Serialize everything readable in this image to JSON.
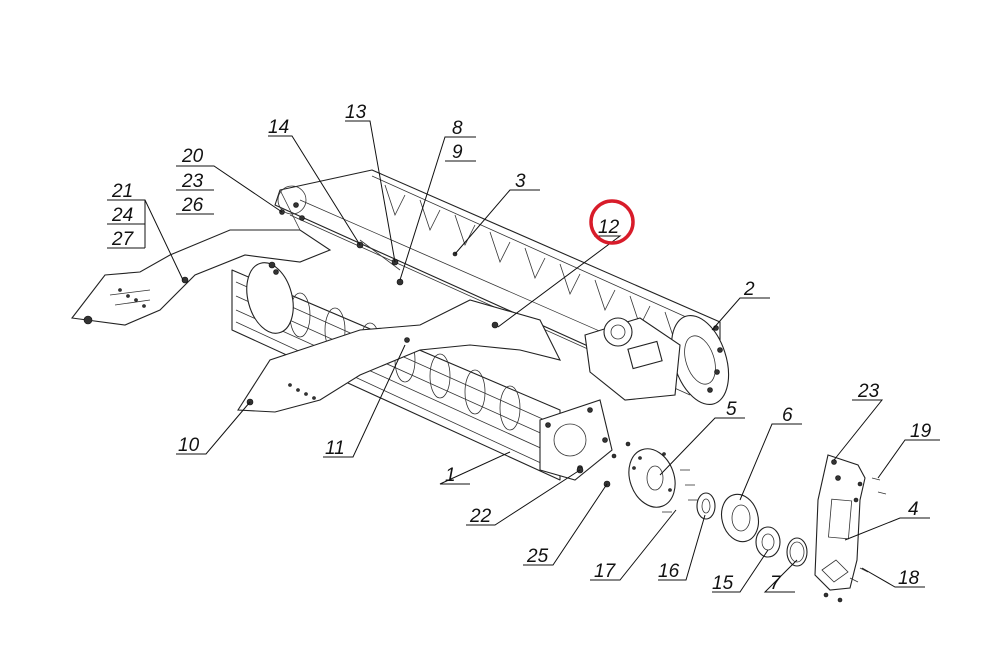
{
  "highlight_color": "#d81c2a",
  "highlighted_callout": "12",
  "callouts": {
    "c1": "1",
    "c2": "2",
    "c3": "3",
    "c4": "4",
    "c5": "5",
    "c6": "6",
    "c7": "7",
    "c8": "8",
    "c9": "9",
    "c10": "10",
    "c11": "11",
    "c12": "12",
    "c13": "13",
    "c14": "14",
    "c15": "15",
    "c16": "16",
    "c17": "17",
    "c18": "18",
    "c19": "19",
    "c20": "20",
    "c21": "21",
    "c22": "22",
    "c23a": "23",
    "c23b": "23",
    "c24": "24",
    "c25": "25",
    "c26": "26",
    "c27": "27"
  }
}
